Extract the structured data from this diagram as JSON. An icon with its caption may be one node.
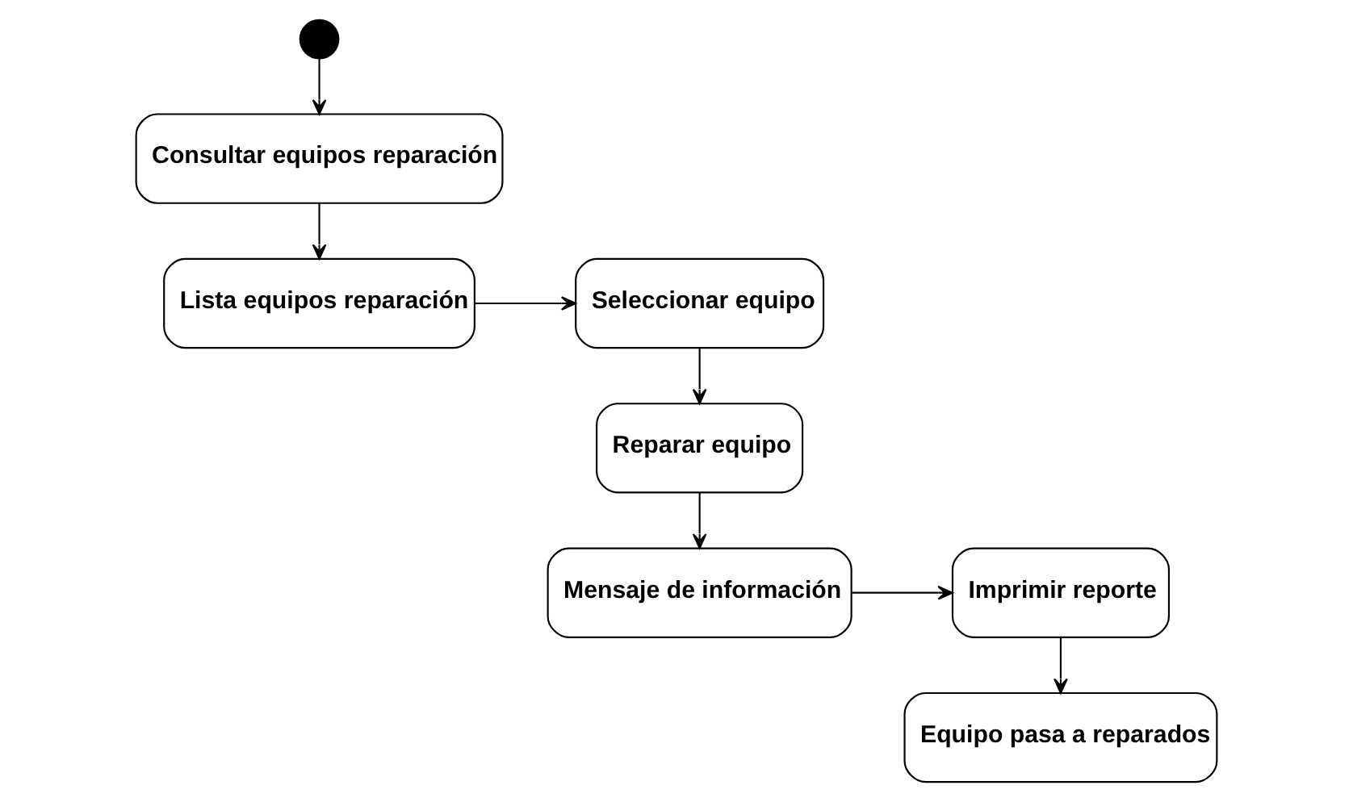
{
  "diagram": {
    "nodes": [
      {
        "text": [],
        "shape": "circle"
      },
      {
        "text": [
          "Consultar equipos reparación"
        ]
      },
      {
        "text": [
          "Lista equipos reparación"
        ]
      },
      {
        "text": [
          "Seleccionar equipo"
        ]
      },
      {
        "text": [
          "Reparar equipo"
        ]
      },
      {
        "text": [
          "Mensaje de información"
        ]
      },
      {
        "text": [
          "Imprimir reporte"
        ]
      },
      {
        "text": [
          "Equipo pasa a reparados"
        ]
      }
    ],
    "edges": [
      {
        "from": 0,
        "to": 1,
        "arrow": "to"
      },
      {
        "from": 1,
        "to": 2,
        "arrow": "to"
      },
      {
        "from": 2,
        "to": 3,
        "arrow": "to"
      },
      {
        "from": 3,
        "to": 4,
        "arrow": "to"
      },
      {
        "from": 4,
        "to": 5,
        "arrow": "to"
      },
      {
        "from": 5,
        "to": 6,
        "arrow": "to"
      },
      {
        "from": 6,
        "to": 7,
        "arrow": "to"
      }
    ]
  }
}
